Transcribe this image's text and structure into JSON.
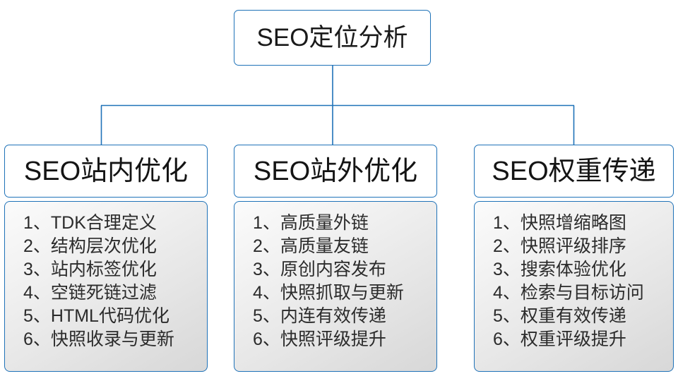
{
  "diagram": {
    "type": "org-chart",
    "root": {
      "label": "SEO定位分析"
    },
    "branches": [
      {
        "id": "onsite",
        "title": "SEO站内优化",
        "items": [
          "1、TDK合理定义",
          "2、结构层次优化",
          "3、站内标签优化",
          "4、空链死链过滤",
          "5、HTML代码优化",
          "6、快照收录与更新"
        ]
      },
      {
        "id": "offsite",
        "title": "SEO站外优化",
        "items": [
          "1、高质量外链",
          "2、高质量友链",
          "3、原创内容发布",
          "4、快照抓取与更新",
          "5、内连有效传递",
          "6、快照评级提升"
        ]
      },
      {
        "id": "weight",
        "title": "SEO权重传递",
        "items": [
          "1、快照增缩略图",
          "2、快照评级排序",
          "3、搜索体验优化",
          "4、检索与目标访问",
          "5、权重有效传递",
          "6、权重评级提升"
        ]
      }
    ],
    "colors": {
      "border": "#1f72b8",
      "connector": "#1f72b8",
      "root_background": "#ffffff",
      "head_background": "#ffffff",
      "list_background_top": "#fbfbfb",
      "list_background_bottom": "#d8d8d8",
      "text": "#1a1a1a"
    }
  }
}
